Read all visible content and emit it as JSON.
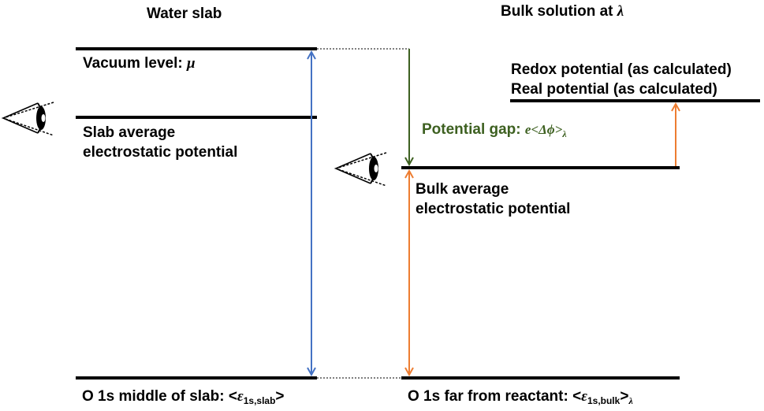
{
  "headings": {
    "left": "Water slab",
    "right_prefix": "Bulk solution at ",
    "right_symbol": "λ"
  },
  "labels": {
    "vacuum_prefix": "Vacuum level: ",
    "vacuum_symbol": "μ",
    "slab_line1": "Slab average",
    "slab_line2": "electrostatic potential",
    "bulk_line1": "Bulk average",
    "bulk_line2": "electrostatic potential",
    "redox": "Redox potential (as calculated)",
    "real": "Real potential (as calculated)",
    "gap_prefix": "Potential gap: ",
    "gap_expr": "e<Δϕ>",
    "gap_sub": "λ",
    "o1s_slab_prefix": "O 1s middle of slab: <",
    "o1s_slab_eps": "ε",
    "o1s_slab_sub": "1s,slab",
    "o1s_slab_suffix": ">",
    "o1s_bulk_prefix": "O 1s far from reactant: <",
    "o1s_bulk_eps": "ε",
    "o1s_bulk_sub": "1s,bulk",
    "o1s_bulk_suffix": ">",
    "o1s_bulk_lambda": "λ"
  },
  "colors": {
    "blue_arrow": "#4472c4",
    "orange_arrow": "#ed7d31",
    "green_arrow": "#3d6020",
    "level_line": "#000000"
  }
}
